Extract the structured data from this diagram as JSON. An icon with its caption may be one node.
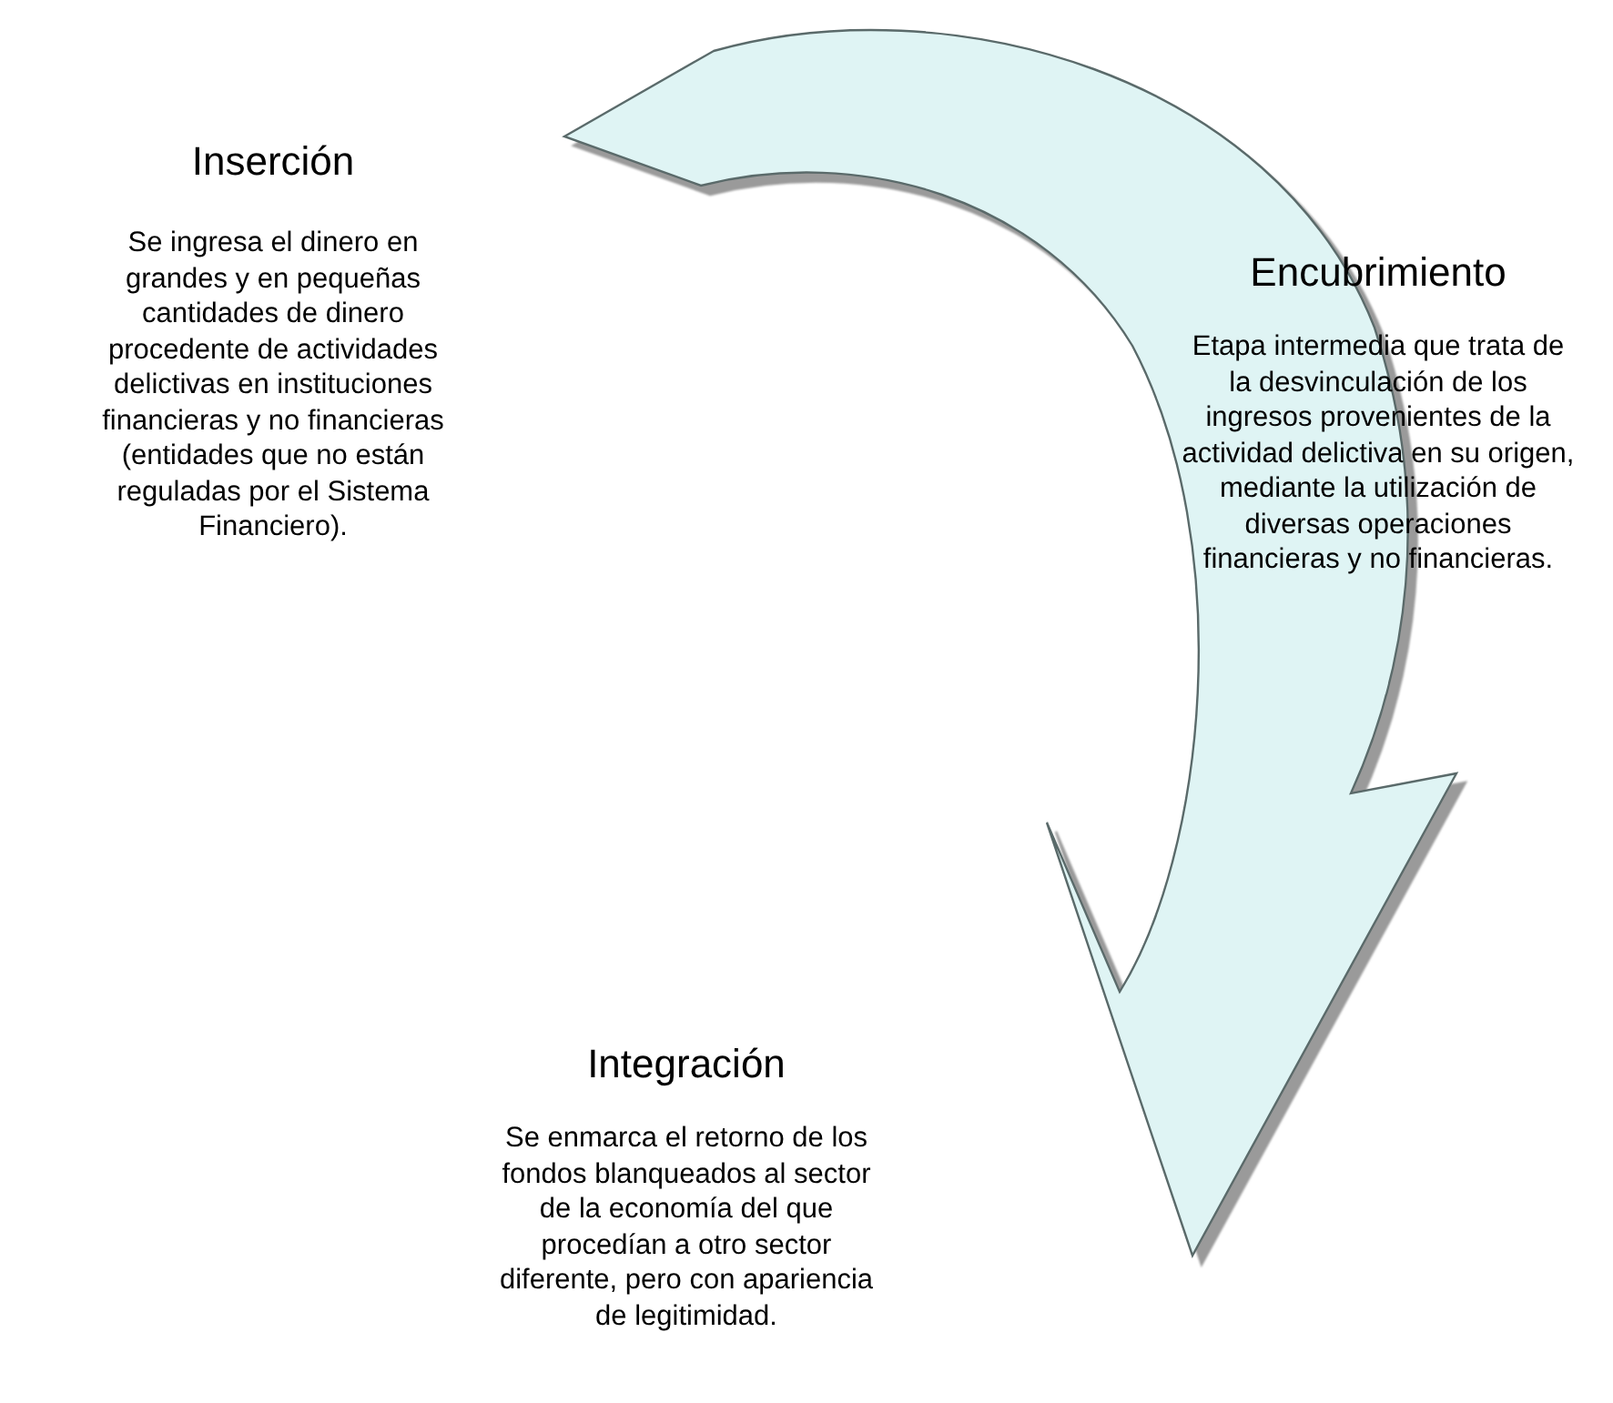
{
  "diagram": {
    "nodes": [
      {
        "text": [
          "Inserción",
          "Se ingresa el dinero en grandes y en pequeñas cantidades de dinero procedente de actividades delictivas en instituciones financieras y no financieras (entidades que no están reguladas por el Sistema Financiero)."
        ]
      },
      {
        "text": [
          "Encubrimiento",
          "Etapa intermedia que trata de la desvinculación de los ingresos provenientes de la actividad delictiva en su origen, mediante la utilización de diversas operaciones financieras y no financieras."
        ]
      },
      {
        "text": [
          "Integración",
          "Se enmarca el retorno de los fondos blanqueados al sector de la economía del que procedían a otro sector diferente, pero con apariencia de legitimidad."
        ]
      }
    ],
    "edges": [
      {
        "from": 0,
        "to": 2,
        "arrow": "to",
        "style": "thick"
      }
    ]
  }
}
